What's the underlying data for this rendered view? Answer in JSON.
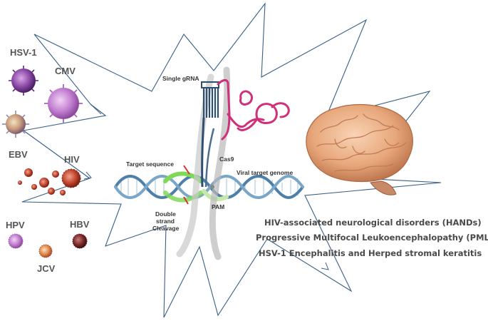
{
  "viruses": {
    "hsv1": "HSV-1",
    "cmv": "CMV",
    "ebv": "EBV",
    "hiv": "HIV",
    "hpv": "HPV",
    "hbv": "HBV",
    "jcv": "JCV"
  },
  "crispr": {
    "single_grna": "Single gRNA",
    "cas9": "Cas9",
    "target_sequence": "Target sequence",
    "viral_target_genome": "Viral target genome",
    "pam": "PAM",
    "cleavage_line1": "Double",
    "cleavage_line2": "strand",
    "cleavage_line3": "Cleavage"
  },
  "diseases": [
    "HIV-associated neurological disorders (HANDs)",
    "Progressive Multifocal Leukoencephalopathy (PML)",
    "HSV-1 Encephalitis and Herped stromal keratitis"
  ],
  "colors": {
    "star_outline": "#3a5f86",
    "grna": "#2f4f6f",
    "tracr": "#d0307a",
    "target_green": "#7ed957",
    "pam_green": "#c6e8a8",
    "dna_strand": "#4d7fa8",
    "virus_purple": "#7a3f91",
    "virus_red": "#b03a2e",
    "brain": "#e7a77a"
  }
}
